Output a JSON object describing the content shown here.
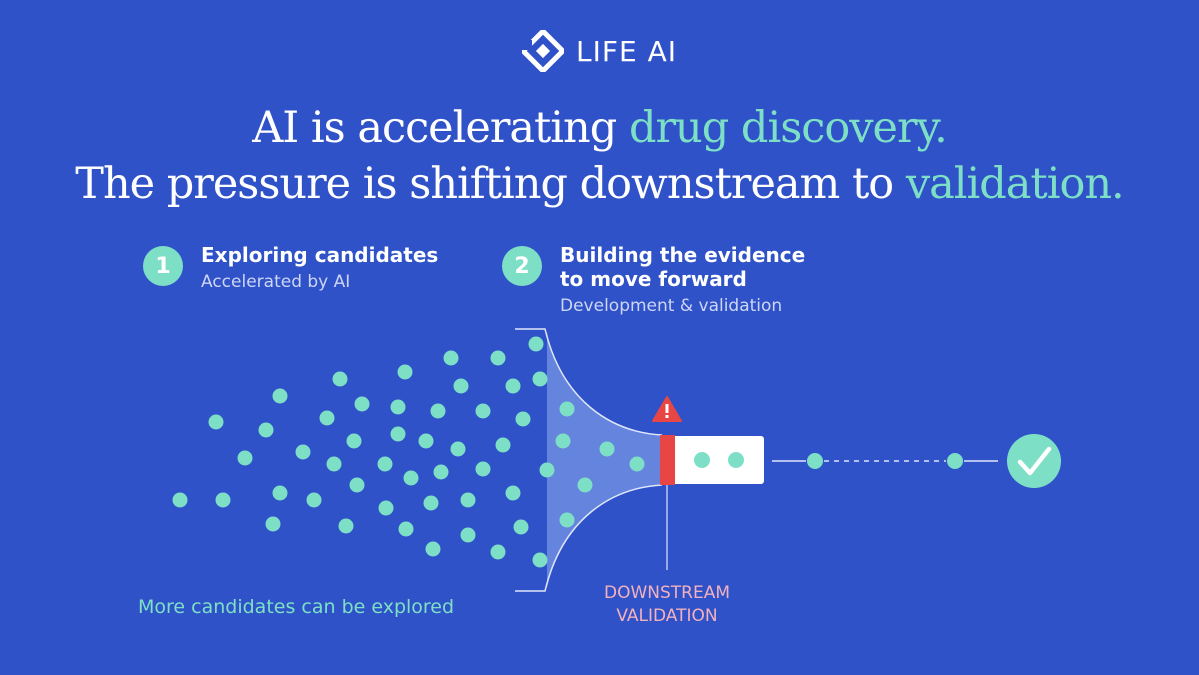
{
  "logo": {
    "text": "LIFE AI",
    "icon": "diamond-logo-icon"
  },
  "headline": {
    "line1_plain": "AI is accelerating ",
    "line1_accent": "drug discovery.",
    "line2_plain": "The pressure is shifting downstream to ",
    "line2_accent": "validation."
  },
  "steps": [
    {
      "number": "1",
      "title": "Exploring candidates",
      "subtitle": "Accelerated by AI"
    },
    {
      "number": "2",
      "title": "Building the evidence\nto move forward",
      "subtitle": "Development & validation"
    }
  ],
  "caption": "More candidates can be explored",
  "validation_label": "DOWNSTREAM\nVALIDATION",
  "icons": {
    "warning": "warning-icon",
    "success": "check-circle-icon"
  },
  "colors": {
    "background": "#3052c8",
    "accent": "#7de0c6",
    "warning": "#e84545",
    "label_pink": "#f2b1bd"
  }
}
